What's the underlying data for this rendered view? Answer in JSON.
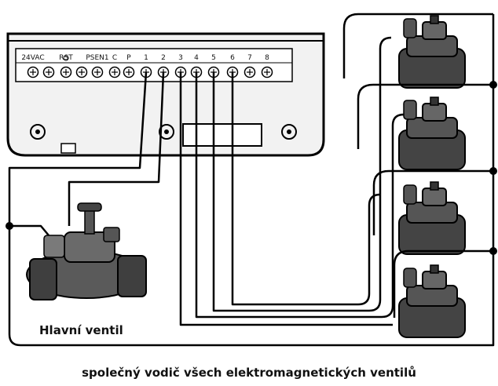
{
  "controller": {
    "terminal_labels": [
      "24VAC",
      "",
      "RST",
      "",
      "PSEN1",
      "C",
      "P",
      "1",
      "2",
      "3",
      "4",
      "5",
      "6",
      "7",
      "8"
    ]
  },
  "main_valve_label": "Hlavní ventil",
  "caption": "společný vodič všech elektromagnetických ventilů",
  "colors": {
    "wire": "#000000",
    "housing_fill": "#f2f2f2",
    "valve_body": "#4a4a4a"
  },
  "zone_valve_count": 4
}
